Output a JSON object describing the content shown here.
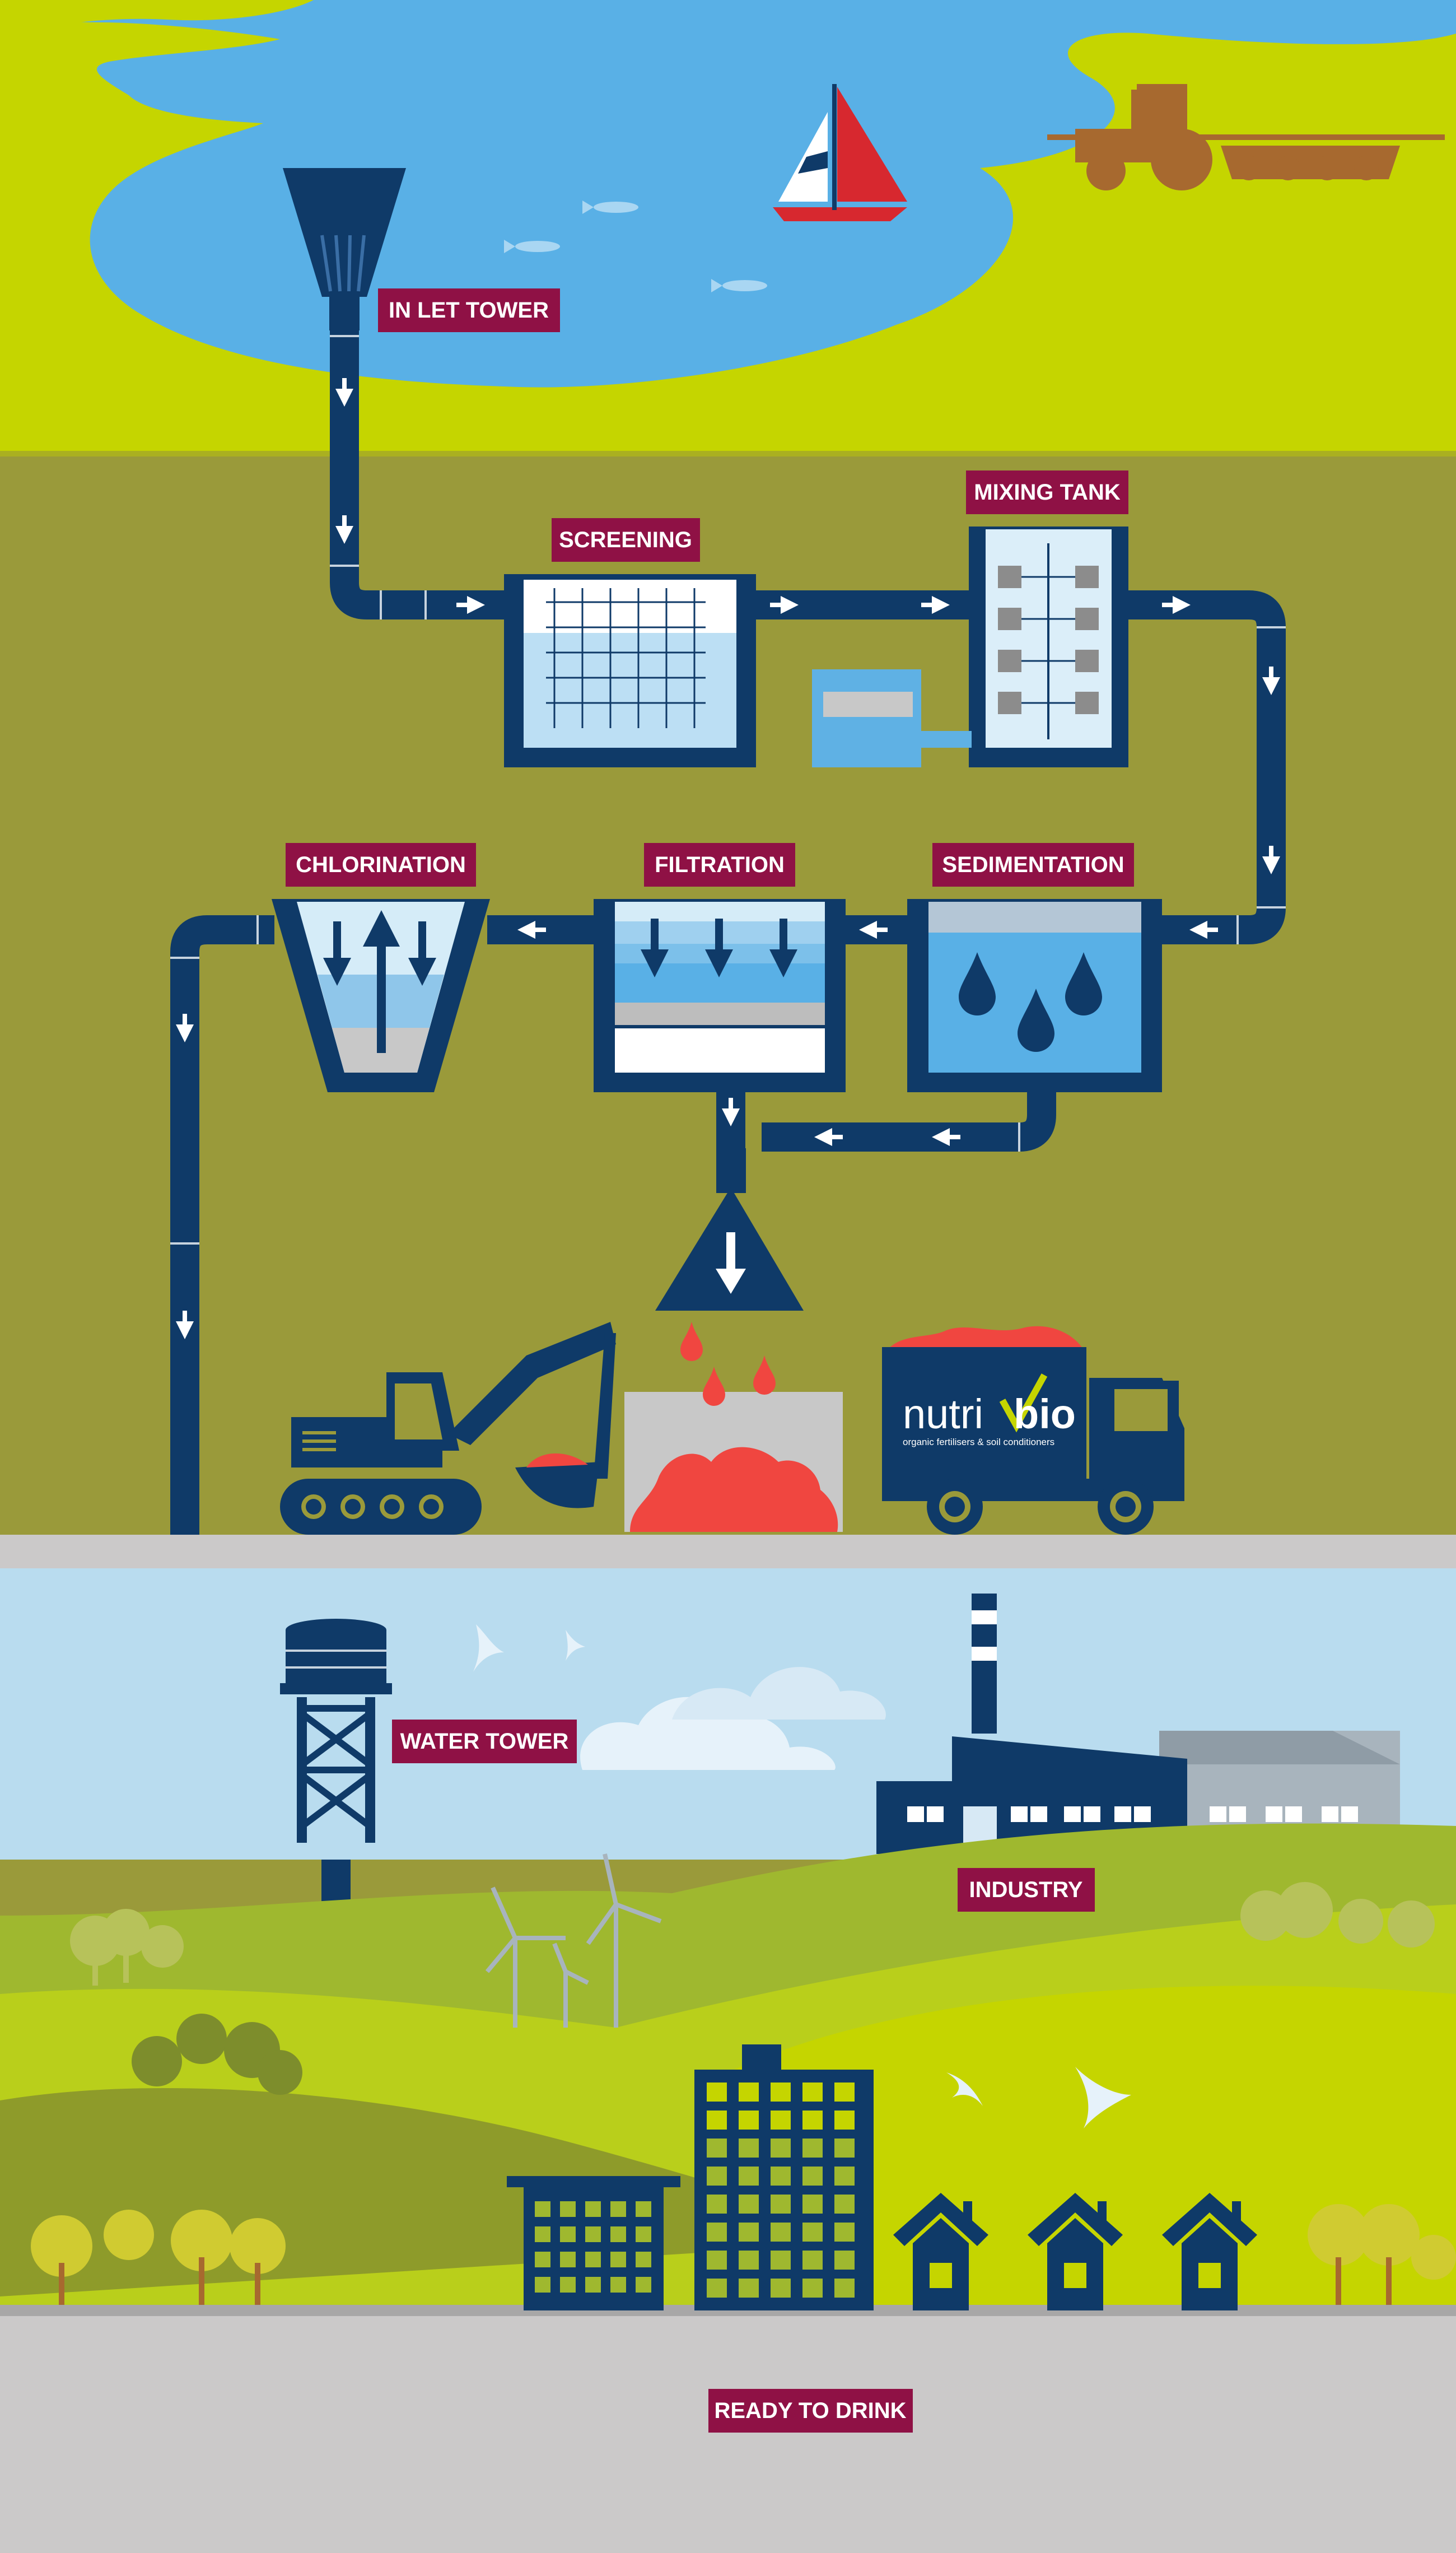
{
  "labels": {
    "inlet_tower": "IN LET TOWER",
    "screening": "SCREENING",
    "mixing_tank": "MIXING TANK",
    "chlorination": "CHLORINATION",
    "filtration": "FILTRATION",
    "sedimentation": "SEDIMENTATION",
    "water_tower": "WATER TOWER",
    "industry": "INDUSTRY",
    "ready_to_drink": "READY TO DRINK"
  },
  "logo": {
    "brand_a": "nutri",
    "brand_b": "bio",
    "tagline": "organic fertilisers & soil conditioners"
  },
  "colors": {
    "pipe": "#0f3a68",
    "label_bg": "#8f1145",
    "lake": "#59b0e6",
    "grass": "#c5d500",
    "soil": "#9a9a3a",
    "sky": "#b9dcef",
    "road": "#cbc9c9",
    "sludge": "#f04640"
  }
}
